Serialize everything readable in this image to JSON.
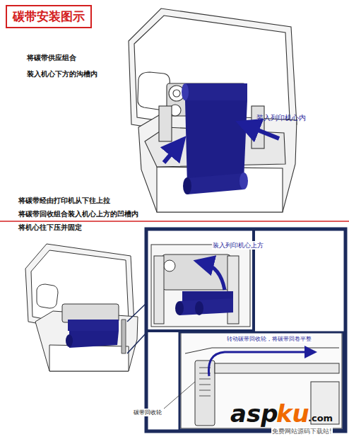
{
  "diagram": {
    "title": "碳带安装图示",
    "labels": [
      "将碳带供应组合 装入机心下方的沟槽内",
      "装入列印机心内",
      "将碳带经由打印机从下往上拉 将碳带回收组合装入机心上方的凹槽内 将机心往下压并固定",
      "装入列印机心上方",
      "转动碳带回收轮，将碳带回卷平整",
      "碳带回收轮",
      "asp",
      "ku",
      ".com",
      "免费网站源码下载站!"
    ]
  }
}
